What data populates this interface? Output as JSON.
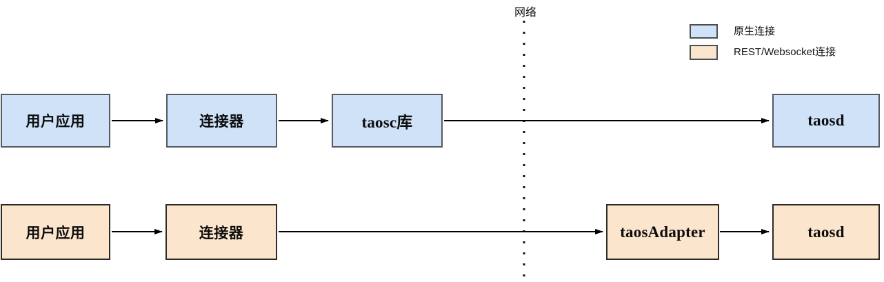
{
  "diagram": {
    "network_label": "网络"
  },
  "legend": {
    "items": [
      {
        "label": "原生连接",
        "swatch_color": "#cfe2f8"
      },
      {
        "label": "REST/Websocket连接",
        "swatch_color": "#fce5cd"
      }
    ]
  },
  "colors": {
    "native_fill": "#cfe2f8",
    "rest_fill": "#fce5cd",
    "arrow": "#000000",
    "divider": "#111111"
  },
  "nodes": {
    "native_row": [
      {
        "label": "用户应用"
      },
      {
        "label": "连接器"
      },
      {
        "label": "taosc库"
      },
      {
        "label": "taosd"
      }
    ],
    "rest_row": [
      {
        "label": "用户应用"
      },
      {
        "label": "连接器"
      },
      {
        "label": "taosAdapter"
      },
      {
        "label": "taosd"
      }
    ]
  }
}
